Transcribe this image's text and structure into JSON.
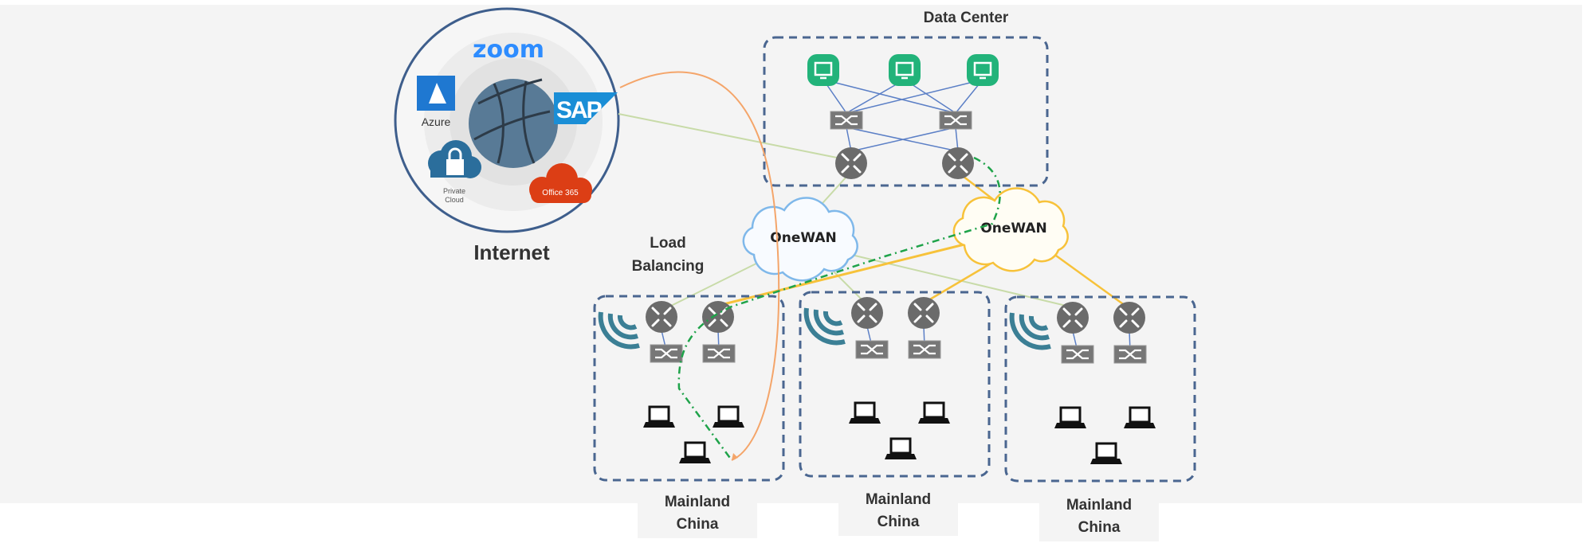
{
  "colors": {
    "background": "#f4f4f4",
    "box_border": "#4a6690",
    "green_path": "#1fa34a",
    "orange_path": "#f4a56a",
    "yellow_link": "#f7c23a",
    "light_green_link": "#c8dba8",
    "blue_link": "#5b7fc6",
    "server": "#22b37a",
    "device_gray": "#6b6b6b",
    "wifi": "#3b7f95"
  },
  "internet": {
    "label": "Internet",
    "apps": {
      "zoom": "zoom",
      "azure": "Azure",
      "sap": "SAP",
      "private_cloud_line1": "Private",
      "private_cloud_line2": "Cloud",
      "office": "Office 365"
    }
  },
  "data_center": {
    "label": "Data Center"
  },
  "clouds": [
    {
      "label": "OneWAN"
    },
    {
      "label": "OneWAN"
    }
  ],
  "load_balancing": {
    "line1": "Load",
    "line2": "Balancing"
  },
  "branches": [
    {
      "line1": "Mainland",
      "line2": "China"
    },
    {
      "line1": "Mainland",
      "line2": "China"
    },
    {
      "line1": "Mainland",
      "line2": "China"
    }
  ]
}
